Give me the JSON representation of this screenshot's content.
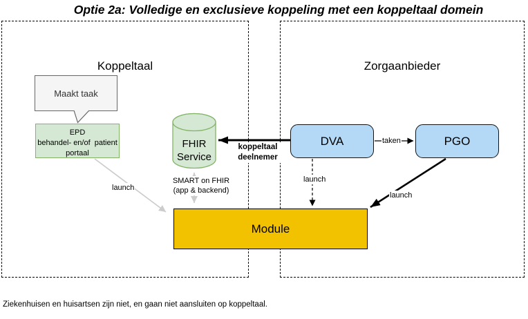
{
  "title": "Optie 2a: Volledige en exclusieve koppeling met een koppeltaal domein",
  "regions": {
    "koppeltaal": {
      "label": "Koppeltaal"
    },
    "zorgaanbieder": {
      "label": "Zorgaanbieder"
    }
  },
  "nodes": {
    "note": {
      "label": "Maakt taak"
    },
    "epd": {
      "lines": [
        "EPD",
        "behandel- en/of  patient",
        "portaal"
      ]
    },
    "fhir_service": {
      "lines": [
        "FHIR",
        "Service"
      ]
    },
    "dva": {
      "label": "DVA"
    },
    "pgo": {
      "label": "PGO"
    },
    "module": {
      "label": "Module"
    }
  },
  "edges": {
    "dva_fhir": {
      "lines": [
        "koppeltaal",
        "deelnemer"
      ]
    },
    "dva_pgo": {
      "label": "taken"
    },
    "epd_module": {
      "label": "launch"
    },
    "dva_module": {
      "label": "launch"
    },
    "pgo_module": {
      "label": "launch"
    },
    "fhir_module": {
      "lines": [
        "SMART on FHIR",
        "(app & backend)"
      ]
    }
  },
  "footnote": "Ziekenhuisen en huisartsen zijn niet, en gaan niet aansluiten op koppeltaal.",
  "colors": {
    "green_fill": "#d5e8d4",
    "green_stroke": "#82b366",
    "blue_fill": "#b3d9f7",
    "blue_stroke": "#111111",
    "yellow_fill": "#f2c200",
    "yellow_stroke": "#000000",
    "note_fill": "#f5f5f5",
    "note_stroke": "#666666",
    "gray_arrow": "#cccccc",
    "black_arrow": "#000000"
  }
}
